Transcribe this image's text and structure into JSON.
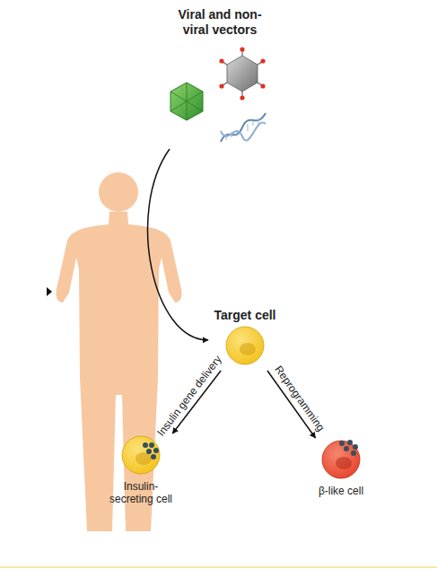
{
  "diagram": {
    "nodes": [
      {
        "text": [
          "Viral and non- viral vectors"
        ]
      },
      {
        "text": [
          "Target cell"
        ]
      },
      {
        "text": [
          "Insulin- secreting cell"
        ]
      },
      {
        "text": [
          "β-like cell"
        ]
      }
    ],
    "edges": [
      {
        "from": 0,
        "to": 1,
        "arrow": "to"
      },
      {
        "from": 1,
        "to": 2,
        "label": "Insulin gene delivery",
        "arrow": "to"
      },
      {
        "from": 1,
        "to": 3,
        "label": "Reprogramming",
        "arrow": "to"
      }
    ]
  }
}
